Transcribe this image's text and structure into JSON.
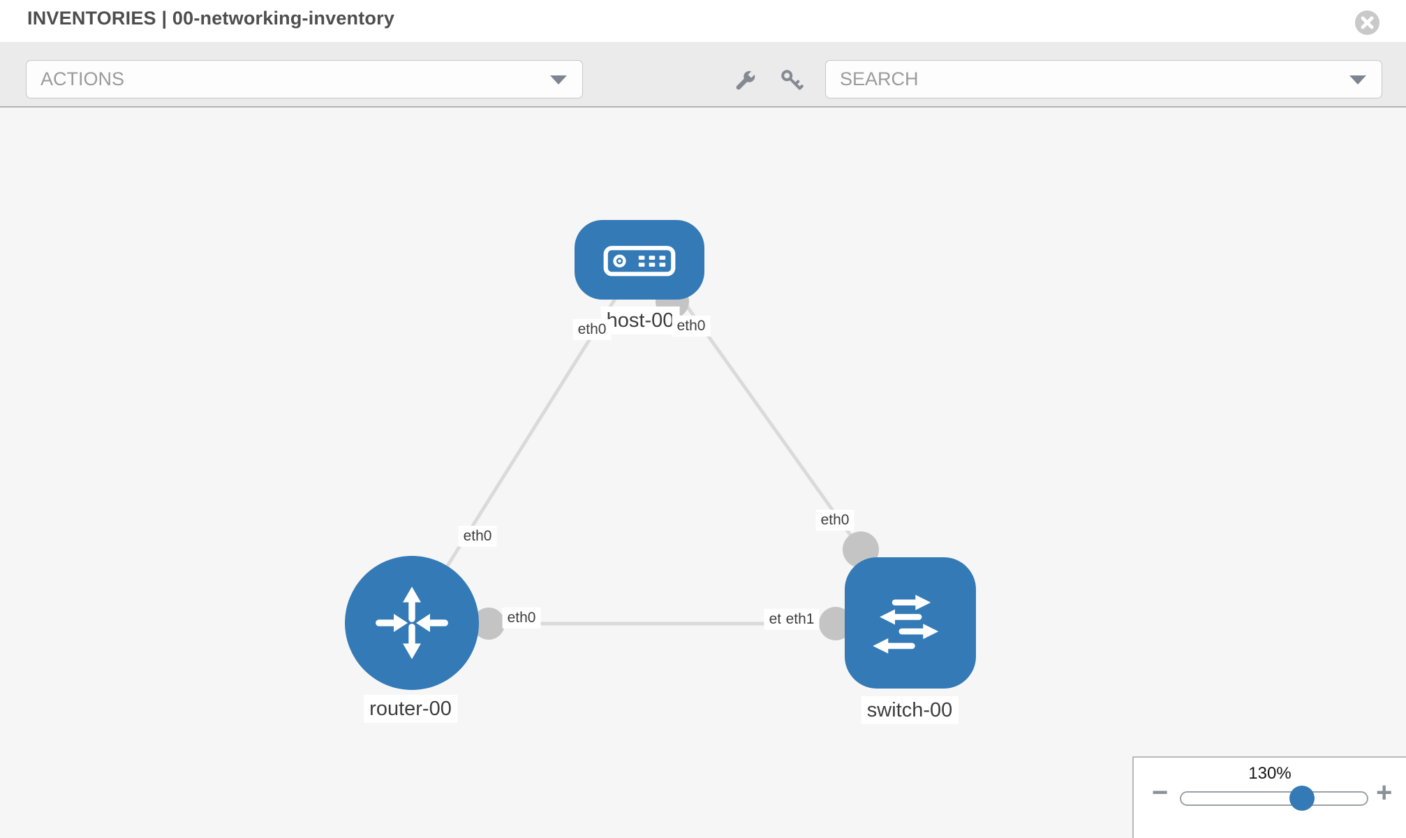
{
  "header": {
    "title": "INVENTORIES | 00-networking-inventory"
  },
  "toolbar": {
    "actions_label": "ACTIONS",
    "search_placeholder": "SEARCH"
  },
  "topology": {
    "nodes": {
      "host": {
        "label": "host-00"
      },
      "router": {
        "label": "router-00"
      },
      "switch": {
        "label": "switch-00"
      }
    },
    "interface_labels": {
      "host_to_router": "eth0",
      "router_to_host": "eth0",
      "host_to_switch": "eth0",
      "switch_to_host": "eth0",
      "router_to_switch": "eth0",
      "switch_to_router": "eth1",
      "switch_to_router_duplicate": "eth1"
    }
  },
  "zoom_control": {
    "level": "130%",
    "minus_label": "−",
    "plus_label": "+"
  },
  "icons": {
    "close": "close-circle-icon",
    "tools": [
      "wrench-icon",
      "key-icon"
    ],
    "host": "server-icon",
    "router": "router-arrows-icon",
    "switch": "switch-arrows-icon"
  },
  "colors": {
    "node_fill": "#337ab7",
    "link": "#dadada",
    "connector_dot": "#c4c4c4",
    "slider_thumb": "#337ab7",
    "toolbar_bg": "#ebebeb",
    "canvas_bg": "#f6f6f6"
  }
}
